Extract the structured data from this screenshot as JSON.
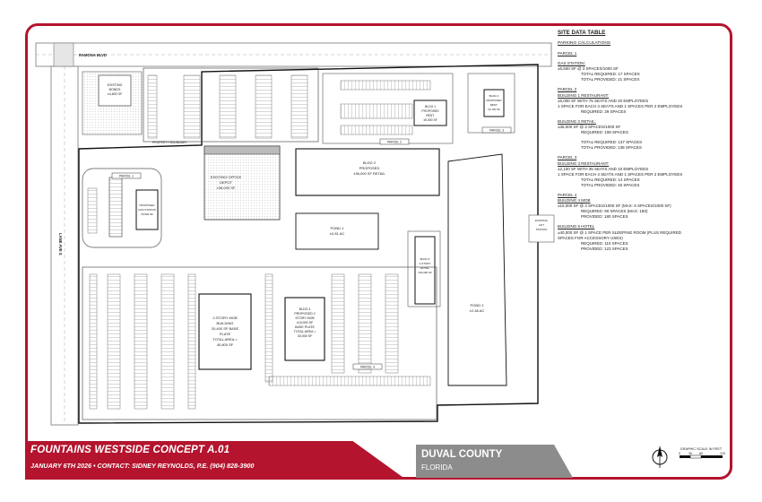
{
  "plan": {
    "road_top": "RAMONA BLVD",
    "road_left": "LANE AVE S",
    "existing_bonds": [
      "EXISTING",
      "BONDS",
      "±4,600 SF"
    ],
    "property_boundary": "PROPERTY BOUNDARY",
    "existing_office": [
      "EXISTING OFFICE",
      "DEPOT",
      "±36,000 SF"
    ],
    "bldg2": [
      "BLDG 2",
      "PROPOSED",
      "±36,000 SF RETAIL"
    ],
    "bldg1": [
      "BLDG 1",
      "PROPOSED",
      "REST.",
      "±5,000 SF"
    ],
    "bldg3": [
      "BLDG 3",
      "PROPOSED",
      "REST.",
      "±2,100 SF"
    ],
    "gas_station": [
      "PROPOSED",
      "GAS STATION",
      "±5,500 SF"
    ],
    "pond1": [
      "POND 1",
      "±0.81 AC"
    ],
    "pond2": [
      "POND 2",
      "±2.48 AC"
    ],
    "hotel": [
      "BLDG 5",
      "4-STORY",
      "HOTEL",
      "±40,000 SF"
    ],
    "mob2": [
      "2-STORY MOB",
      "BUILDING",
      "20,400 SF BASE",
      "PLATE",
      "TOTAL AREA =",
      "40,800 SF"
    ],
    "bldg4": [
      "BLDG 4",
      "PROPOSED 2",
      "STORY MOB",
      "±15,000 SF",
      "BASE PLATE",
      "TOTAL AREA =",
      "30,000 SF"
    ],
    "parcel1": "PARCEL 1",
    "parcel2": "PARCEL 2",
    "parcel3": "PARCEL 3",
    "parcel4": "PARCEL 4",
    "existing_lift": [
      "EXISTING",
      "LIFT",
      "STATION"
    ]
  },
  "site_data": {
    "title": "SITE DATA TABLE",
    "heading": "PARKING CALCULATIONS",
    "rows": [
      {
        "t": "PARCEL 1",
        "s": "u"
      },
      {
        "t": "",
        "s": "gap"
      },
      {
        "t": "GAS STATION:",
        "s": "u"
      },
      {
        "t": "±5,500 SF @ 3 SPACES/1000 SF",
        "s": ""
      },
      {
        "t": "TOTAL REQUIRED: 17 SPACES",
        "s": "ind"
      },
      {
        "t": "TOTAL PROVIDED: 21 SPACES",
        "s": "ind"
      },
      {
        "t": "",
        "s": "gap"
      },
      {
        "t": "PARCEL 2",
        "s": "u"
      },
      {
        "t": "BUILDING 1 RESTAURANT:",
        "s": "u"
      },
      {
        "t": "±5,000 SF WITH 75 SEATS AND 20 EMPLOYEES",
        "s": ""
      },
      {
        "t": "1 SPACE FOR EACH 4 SEATS AND 1 SPACES PER 2 EMPLOYEES",
        "s": ""
      },
      {
        "t": "REQUIRED: 29 SPACES",
        "s": "ind"
      },
      {
        "t": "",
        "s": "gap"
      },
      {
        "t": "BUILDING 2 RETAIL:",
        "s": "u"
      },
      {
        "t": "±36,000 SF @ 3 SPACES/1000 SF",
        "s": ""
      },
      {
        "t": "REQUIRED: 108 SPACES",
        "s": "ind"
      },
      {
        "t": "",
        "s": "gap"
      },
      {
        "t": "TOTAL REQUIRED: 137 SPACES",
        "s": "ind"
      },
      {
        "t": "TOTAL PROVIDED: 138 SPACES",
        "s": "ind"
      },
      {
        "t": "",
        "s": "gap"
      },
      {
        "t": "PARCEL 3",
        "s": "u"
      },
      {
        "t": "BUILDING 3 RESTAURANT:",
        "s": "u"
      },
      {
        "t": "±2,100 SF WITH 35 SEATS AND 10 EMPLOYEES",
        "s": ""
      },
      {
        "t": "1 SPACE FOR EACH 4 SEATS AND 1 SPACES PER 2 EMPLOYEES",
        "s": ""
      },
      {
        "t": "TOTAL REQUIRED: 14 SPACES",
        "s": "ind"
      },
      {
        "t": "TOTAL PROVIDED: 40 SPACES",
        "s": "ind"
      },
      {
        "t": "",
        "s": "gap"
      },
      {
        "t": "PARCEL 4",
        "s": "u"
      },
      {
        "t": "BUILDING 4 MOB",
        "s": "u"
      },
      {
        "t": "±15,000 SF @ 3 SPACES/1000 SF (MAX: 6 SPACES/1000 SF)",
        "s": ""
      },
      {
        "t": "REQUIRED: 90 SPACES (MAX: 180)",
        "s": "ind"
      },
      {
        "t": "PROVIDED: 180 SPACES",
        "s": "ind"
      },
      {
        "t": "",
        "s": "gap"
      },
      {
        "t": "BUILDING 5 HOTEL",
        "s": "u"
      },
      {
        "t": "±40,000 SF @ 1 SPACE PER SLEEPING ROOM (PLUS REQUIRED",
        "s": ""
      },
      {
        "t": "SPACES FOR ACCESSORY USES)",
        "s": ""
      },
      {
        "t": "REQUIRED: 110 SPACES",
        "s": "ind"
      },
      {
        "t": "PROVIDED: 123 SPACES",
        "s": "ind"
      }
    ]
  },
  "title_block": {
    "title": "FOUNTAINS WESTSIDE CONCEPT A.01",
    "subtitle": "JANUARY 6TH 2026 •    CONTACT: SIDNEY REYNOLDS, P.E. (904) 828-3900",
    "county": "DUVAL COUNTY",
    "state": "FLORIDA"
  },
  "scale": {
    "label": "GRAPHIC SCALE IN FEET",
    "ticks": [
      "0",
      "30",
      "60",
      "120"
    ]
  },
  "colors": {
    "accent_red": "#b4142e",
    "county_gray": "#8c8c8c"
  }
}
